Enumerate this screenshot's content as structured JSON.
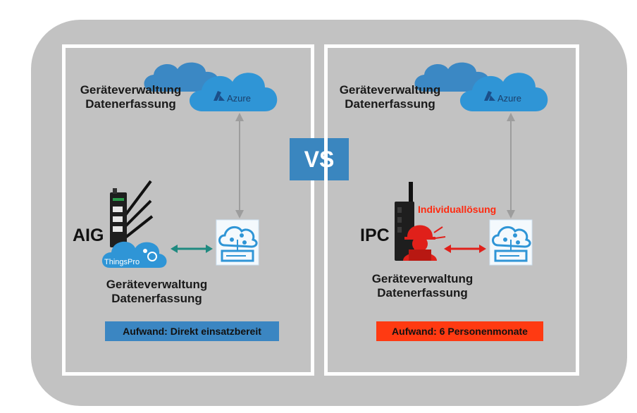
{
  "vs_label": "VS",
  "left": {
    "cloud_text": [
      "Geräteverwaltung",
      "Datenerfassung"
    ],
    "azure_label": "Azure",
    "device_label": "AIG",
    "thingspro_label": "ThingsPro",
    "lower_text": [
      "Geräteverwaltung",
      "Datenerfassung"
    ],
    "effort": "Aufwand: Direkt einsatzbereit"
  },
  "right": {
    "cloud_text": [
      "Geräteverwaltung",
      "Datenerfassung"
    ],
    "azure_label": "Azure",
    "device_label": "IPC",
    "custom_label": "Individuallösung",
    "lower_text": [
      "Geräteverwaltung",
      "Datenerfassung"
    ],
    "effort": "Aufwand: 6 Personenmonate"
  },
  "colors": {
    "background": "#c2c2c2",
    "vs_box": "#3a86bf",
    "effort_left": "#3b86c2",
    "effort_right": "#ff3a12",
    "arrow_left": "#1f8a80",
    "arrow_right": "#e0201a",
    "cloud_blue": "#2f95d6"
  },
  "icons": [
    "azure-logo-icon",
    "cloud-network-icon",
    "gateway-device-icon",
    "antenna-icon",
    "worker-icon",
    "double-arrow-icon"
  ]
}
